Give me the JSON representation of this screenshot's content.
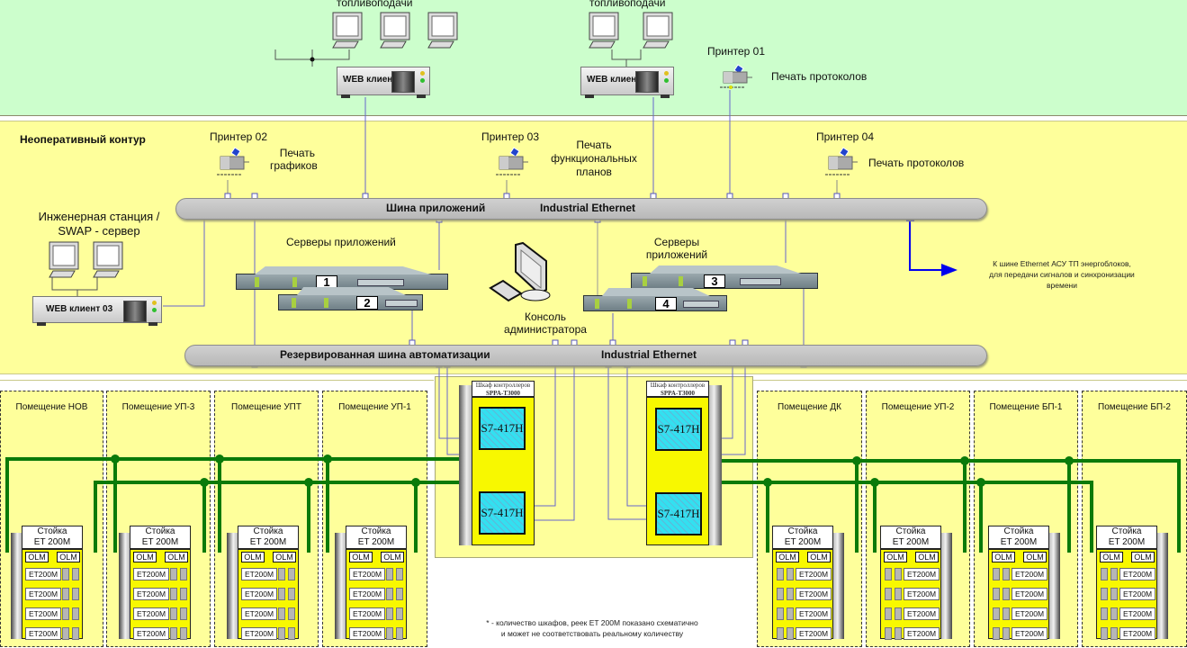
{
  "zones": {
    "operative_top_caption_left": "топливоподачи",
    "operative_top_caption_right": "топливоподачи",
    "non_operative_title": "Неоперативный контур"
  },
  "web_clients": [
    {
      "label": "WEB клиент 01"
    },
    {
      "label": "WEB клиент 02"
    },
    {
      "label": "WEB клиент 03"
    }
  ],
  "printers": [
    {
      "name": "Принтер 01",
      "purpose": "Печать протоколов"
    },
    {
      "name": "Принтер 02",
      "purpose_line1": "Печать",
      "purpose_line2": "графиков"
    },
    {
      "name": "Принтер 03",
      "purpose_line1": "Печать",
      "purpose_line2": "функциональных",
      "purpose_line3": "планов"
    },
    {
      "name": "Принтер 04",
      "purpose": "Печать протоколов"
    }
  ],
  "buses": {
    "app_bus_name": "Шина приложений",
    "app_bus_type": "Industrial Ethernet",
    "auto_bus_name": "Резервированная шина автоматизации",
    "auto_bus_type": "Industrial Ethernet"
  },
  "engineering_station": {
    "line1": "Инженерная станция /",
    "line2": "SWAP - сервер"
  },
  "servers": {
    "group_left_title": "Серверы приложений",
    "group_right_title_line1": "Серверы",
    "group_right_title_line2": "приложений",
    "units": [
      "1",
      "2",
      "3",
      "4"
    ]
  },
  "admin_console": {
    "line1": "Консоль",
    "line2": "администратора"
  },
  "external_link": {
    "line1": "К шине Ethernet АСУ ТП энергоблоков,",
    "line2": "для передачи сигналов  и  синхронизации",
    "line3": "времени",
    "color": "#0000ee"
  },
  "controller_cabinets": [
    {
      "title_line1": "Шкаф контроллеров",
      "title_line2": "SPPA-T3000",
      "cpus": [
        "S7-417H",
        "S7-417H"
      ]
    },
    {
      "title_line1": "Шкаф контроллеров",
      "title_line2": "SPPA-T3000",
      "cpus": [
        "S7-417H",
        "S7-417H"
      ]
    }
  ],
  "rooms": [
    {
      "title": "Помещение НОВ"
    },
    {
      "title": "Помещение УП-3"
    },
    {
      "title": "Помещение УПТ"
    },
    {
      "title": "Помещение УП-1"
    },
    {
      "title": "Помещение ДК"
    },
    {
      "title": "Помещение УП-2"
    },
    {
      "title": "Помещение БП-1"
    },
    {
      "title": "Помещение БП-2"
    }
  ],
  "rack": {
    "title_line1": "Стойка",
    "title_line2": "ET 200M",
    "olm_label": "OLM",
    "module_label": "ET200M",
    "modules_per_rack": 4
  },
  "footnote": {
    "line1": "* - количество шкафов, реек ET 200M показано схематично",
    "line2": "и может не соответствовать реальному количеству"
  },
  "colors": {
    "operative_zone": "#ccfecc",
    "non_operative_zone": "#feff9b",
    "profibus_line": "#0a7a0a",
    "ethernet_line": "#6666cc",
    "bus_fill": "#c4c4c4"
  }
}
